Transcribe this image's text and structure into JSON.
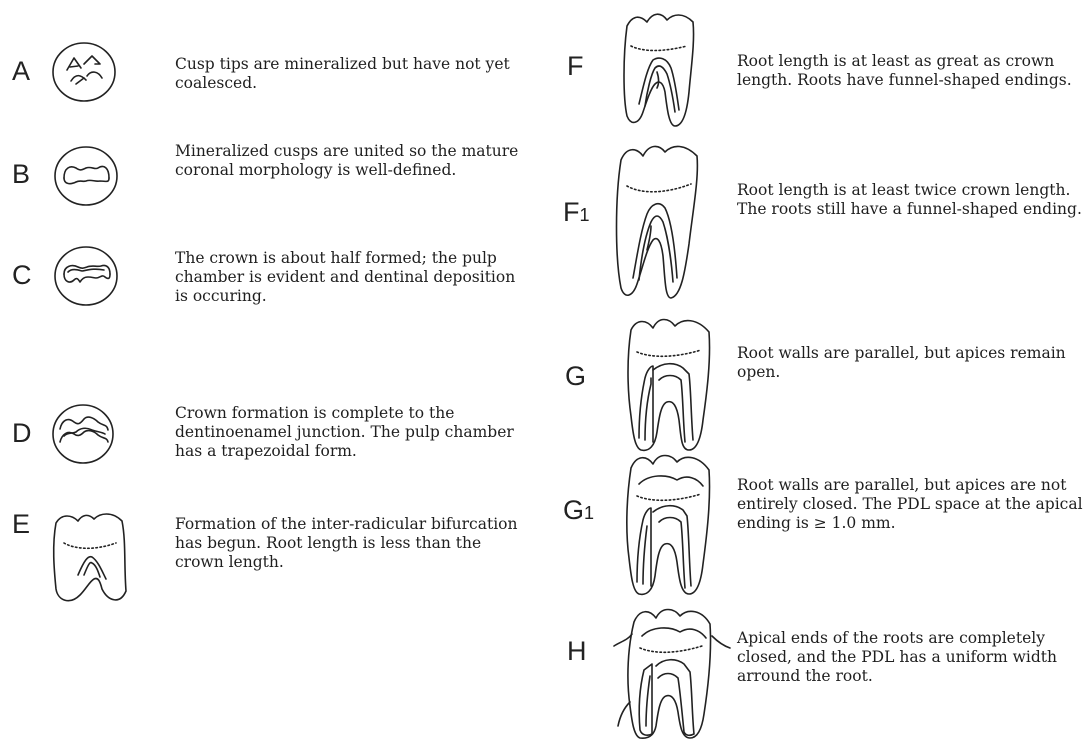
{
  "stages": [
    {
      "id": "A",
      "label": "A",
      "sub": "",
      "lines": [
        "Cusp tips are mineralized but have not yet",
        "coalesced."
      ]
    },
    {
      "id": "B",
      "label": "B",
      "sub": "",
      "lines": [
        "Mineralized cusps are united so the mature",
        "coronal morphology is well-defined."
      ]
    },
    {
      "id": "C",
      "label": "C",
      "sub": "",
      "lines": [
        "The crown is about half formed; the pulp",
        "chamber is evident and dentinal deposition",
        "is occuring."
      ]
    },
    {
      "id": "D",
      "label": "D",
      "sub": "",
      "lines": [
        "Crown formation is complete to the",
        "dentinoenamel junction.  The pulp chamber",
        "has a trapezoidal form."
      ]
    },
    {
      "id": "E",
      "label": "E",
      "sub": "",
      "lines": [
        "Formation of the inter-radicular bifurcation",
        "has begun.  Root length is less than the",
        "crown length."
      ]
    },
    {
      "id": "F",
      "label": "F",
      "sub": "",
      "lines": [
        "Root length is at least as great as crown",
        "length.  Roots have funnel-shaped endings."
      ]
    },
    {
      "id": "F1",
      "label": "F",
      "sub": "1",
      "lines": [
        "Root length is at least twice crown length.",
        "The roots still have a funnel-shaped ending."
      ]
    },
    {
      "id": "G",
      "label": "G",
      "sub": "",
      "lines": [
        "Root walls are parallel, but apices remain",
        "open."
      ]
    },
    {
      "id": "G1",
      "label": "G",
      "sub": "1",
      "lines": [
        "Root walls are parallel, but apices are not",
        "entirely closed.  The PDL space at the apical",
        "ending is ≥ 1.0 mm."
      ]
    },
    {
      "id": "H",
      "label": "H",
      "sub": "",
      "lines": [
        "Apical ends of the roots are completely",
        "closed, and the PDL has a uniform width",
        "arround the root."
      ]
    }
  ]
}
